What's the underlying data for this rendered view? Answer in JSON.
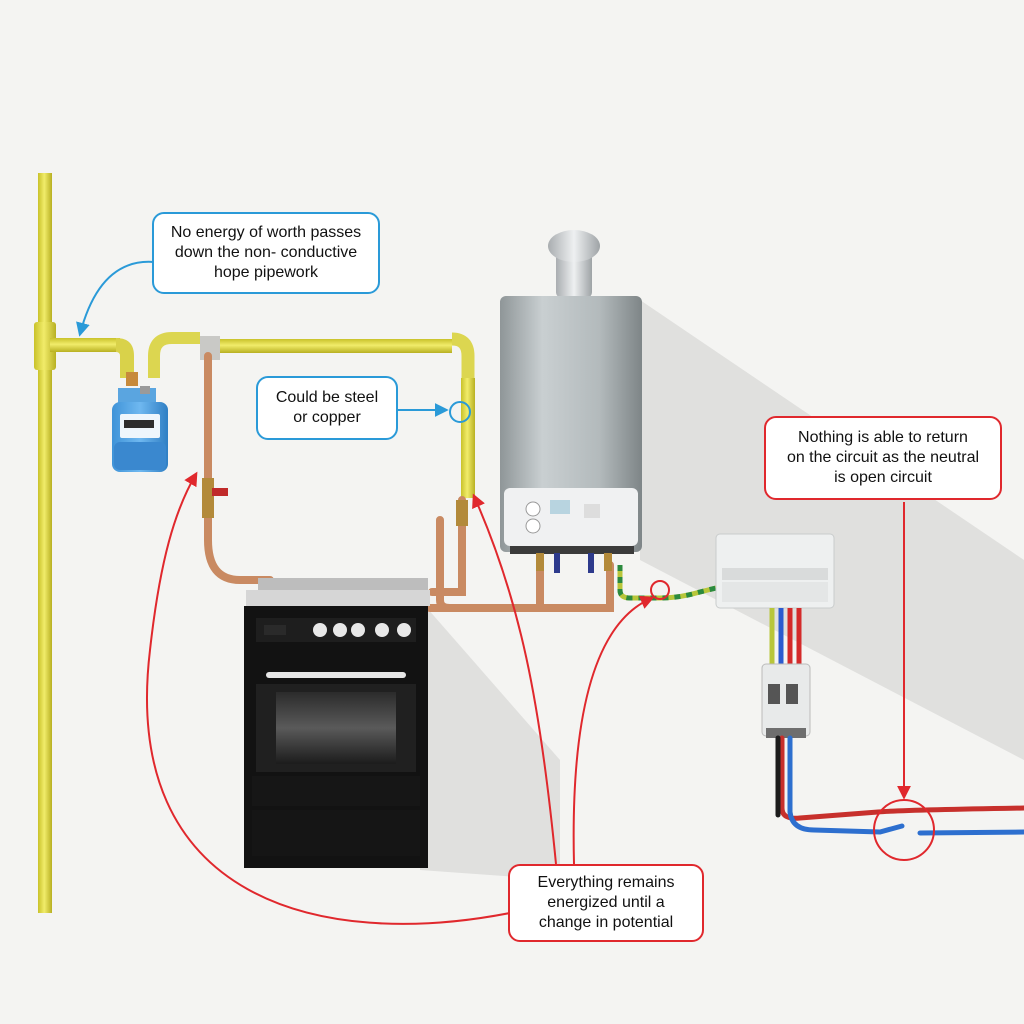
{
  "callouts": {
    "hdpe": "No energy of worth passes\ndown the non- conductive\nhope pipework",
    "steel": "Could be steel\nor copper",
    "neutral": "Nothing is able to return\non the circuit as the neutral\nis open circuit",
    "energized": "Everything remains\nenergized until a\nchange in potential"
  },
  "colors": {
    "blue_accent": "#2a9ad8",
    "red_accent": "#e0282d",
    "gas_yellow": "#e6e04a",
    "copper": "#c98a62"
  }
}
